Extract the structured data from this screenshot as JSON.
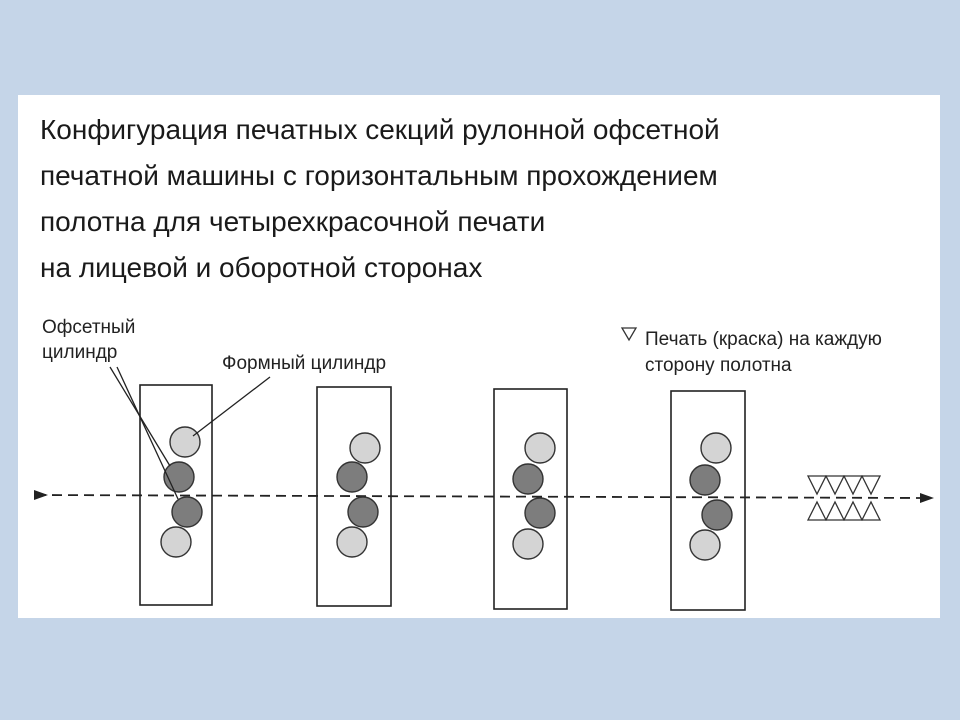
{
  "title_lines": [
    "Конфигурация печатных секций рулонной офсетной",
    "печатной машины с горизонтальным прохождением",
    "полотна для четырехкрасочной печати",
    "на лицевой и оборотной сторонах"
  ],
  "labels": {
    "offset_cylinder": [
      "Офсетный",
      "цилиндр"
    ],
    "plate_cylinder": "Формный цилиндр",
    "legend": [
      "Печать (краска) на каждую",
      "сторону полотна"
    ]
  },
  "colors": {
    "background": "#c5d5e8",
    "slide": "#ffffff",
    "plate_cylinder": "#d4d4d4",
    "offset_cylinder": "#7d7d7d",
    "ink": "#222222"
  }
}
